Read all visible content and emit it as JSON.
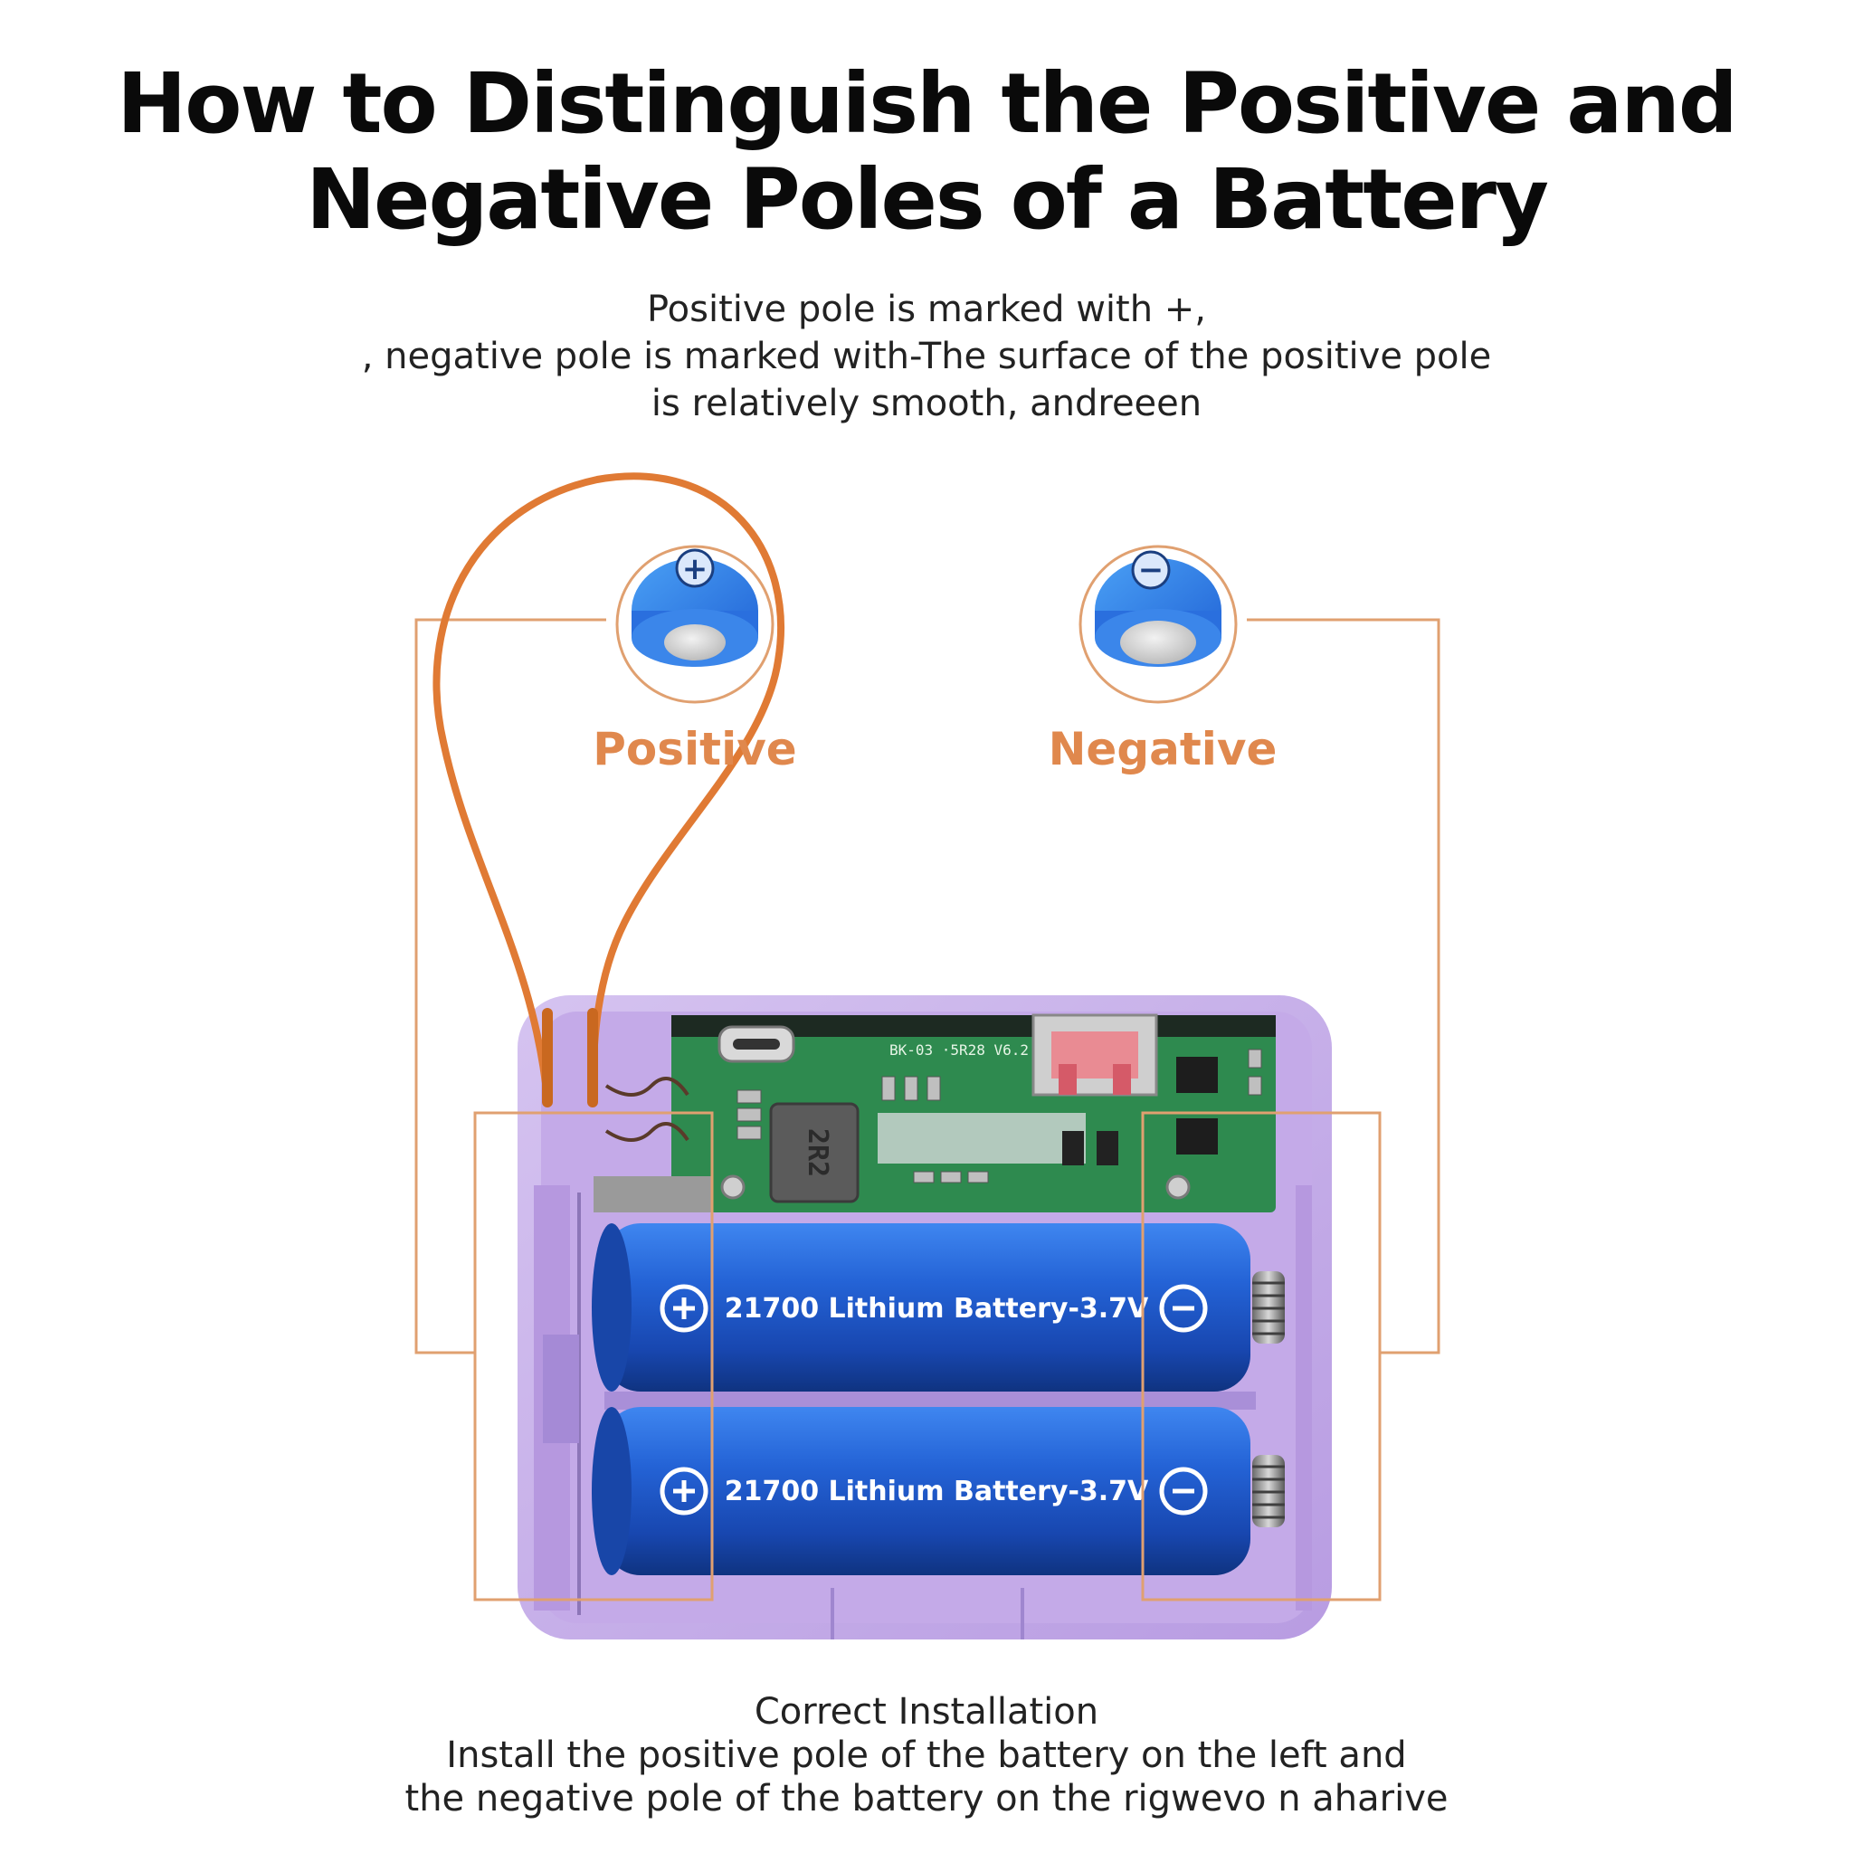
{
  "title": {
    "line1": "How to Distinguish the Positive and",
    "line2": "Negative Poles of a Battery"
  },
  "subtitle": {
    "line1": "Positive pole is marked with +,",
    "line2": ", negative pole is marked with-The surface of the positive pole",
    "line3": "is relatively smooth, andreeen"
  },
  "poles": {
    "positive_label": "Positive",
    "negative_label": "Negative",
    "positive_symbol": "+",
    "negative_symbol": "−"
  },
  "batteries": [
    {
      "label": "21700 Lithium Battery-3.7V"
    },
    {
      "label": "21700 Lithium Battery-3.7V"
    }
  ],
  "pcb": {
    "inductor_label": "2R2",
    "silkscreen": "BK-03 ·5R28 V6.2"
  },
  "footer": {
    "heading": "Correct Installation",
    "line1": "Install the positive pole of the battery on the left and",
    "line2": "the negative pole of the battery on the rigwevo n aharive"
  },
  "colors": {
    "accent_orange": "#e0884d",
    "battery_blue": "#1f5bd0",
    "case_purple": "#c9b3ea",
    "pcb_green": "#2e8a4f"
  }
}
